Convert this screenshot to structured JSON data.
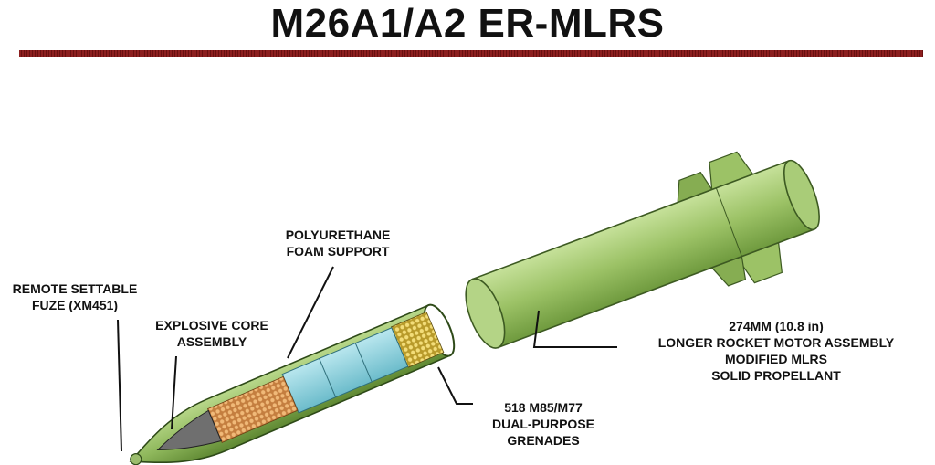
{
  "title": "M26A1/A2 ER-MLRS",
  "labels": {
    "foam": [
      "POLYURETHANE",
      "FOAM SUPPORT"
    ],
    "fuze": [
      "REMOTE SETTABLE",
      "FUZE (XM451)"
    ],
    "core": [
      "EXPLOSIVE CORE",
      "ASSEMBLY"
    ],
    "grenades": [
      "518 M85/M77",
      "DUAL-PURPOSE",
      "GRENADES"
    ],
    "motor": [
      "274MM (10.8 in)",
      "LONGER ROCKET MOTOR ASSEMBLY",
      "MODIFIED MLRS",
      "SOLID PROPELLANT"
    ]
  },
  "colors": {
    "motor_green": "#9cc266",
    "warhead_green": "#8fb85c",
    "foam_blue": "#8fd3df",
    "grenade_orange": "#d9995a",
    "title_bar": "#8c1f1f"
  }
}
